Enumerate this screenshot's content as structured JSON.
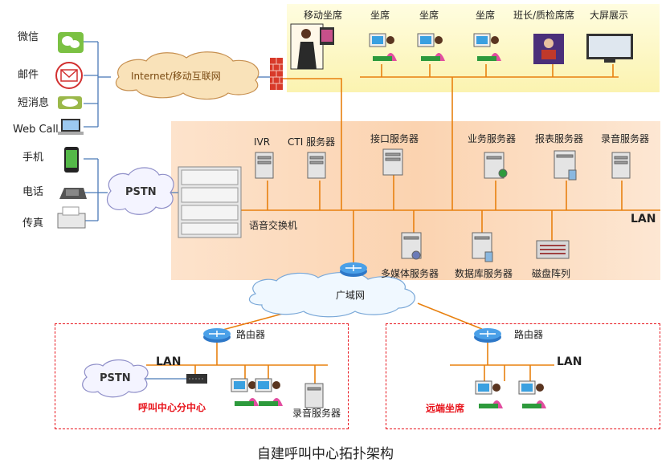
{
  "channels": {
    "wechat": "微信",
    "email": "邮件",
    "sms": "短消息",
    "webcall": "Web Call",
    "mobile": "手机",
    "phone": "电话",
    "fax": "传真"
  },
  "clouds": {
    "internet": "Internet/移动互联网",
    "pstn": "PSTN",
    "wan": "广域网",
    "pstn_branch": "PSTN"
  },
  "top_zone": {
    "mobile_agent": "移动坐席",
    "agent1": "坐席",
    "agent2": "坐席",
    "agent3": "坐席",
    "supervisor": "班长/质检席席",
    "big_screen": "大屏展示"
  },
  "core_zone": {
    "ivr": "IVR",
    "cti": "CTI 服务器",
    "interface": "接口服务器",
    "business": "业务服务器",
    "report": "报表服务器",
    "recording": "录音服务器",
    "switch": "语音交换机",
    "lan": "LAN",
    "multimedia": "多媒体服务器",
    "database": "数据库服务器",
    "disk": "磁盘阵列"
  },
  "branch_center": {
    "router": "路由器",
    "lan": "LAN",
    "title": "呼叫中心分中心",
    "recording": "录音服务器"
  },
  "remote": {
    "router": "路由器",
    "lan": "LAN",
    "title": "远端坐席"
  },
  "caption": "自建呼叫中心拓扑架构",
  "colors": {
    "line": "#e8800f",
    "top_zone": "#fdf8c8",
    "core_zone": "#fbd7b8",
    "dashed": "#e8141c",
    "blue_line": "#4a7ab8"
  }
}
